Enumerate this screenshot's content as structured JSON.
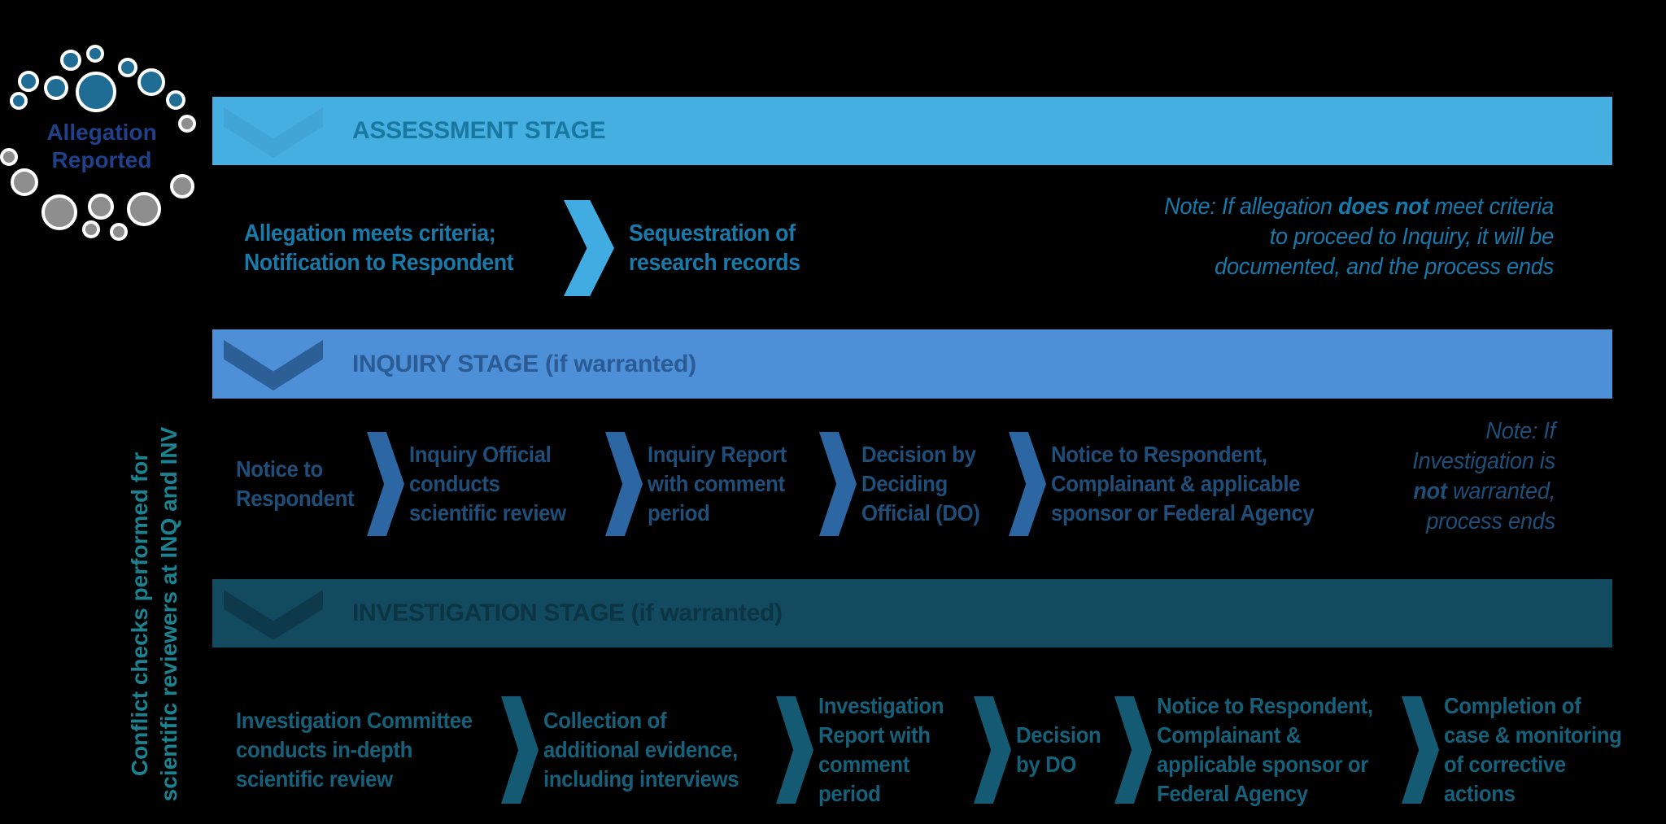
{
  "badge": {
    "label": "Allegation\nReported"
  },
  "side_label": {
    "text": "Conflict checks performed for\nscientific reviewers at INQ and INV"
  },
  "stages": {
    "assessment": {
      "header": "ASSESSMENT STAGE",
      "bar_color": "#45AFE2",
      "header_color": "#19789F",
      "step_text_color": "#1979A9",
      "chevron_color": "#41ACE1",
      "steps": [
        {
          "label": "Allegation meets criteria;\nNotification to Respondent"
        },
        {
          "label": "Sequestration of\nresearch records"
        }
      ],
      "note": {
        "pre": "Note: If allegation ",
        "bold": "does not",
        "post": " meet criteria\nto proceed to Inquiry, it will be\ndocumented, and the process ends"
      }
    },
    "inquiry": {
      "header": "INQUIRY STAGE (if warranted)",
      "bar_color": "#4E90D8",
      "header_color": "#2B5B94",
      "step_text_color": "#1F4E79",
      "chevron_color": "#2D67A3",
      "steps": [
        {
          "label": "Notice to\nRespondent"
        },
        {
          "label": "Inquiry Official\nconducts\nscientific review"
        },
        {
          "label": "Inquiry Report\nwith comment\nperiod"
        },
        {
          "label": "Decision by\nDeciding\nOfficial (DO)"
        },
        {
          "label": "Notice to Respondent,\nComplainant & applicable\nsponsor or Federal Agency"
        }
      ],
      "note": {
        "pre": "Note: If\nInvestigation is\n",
        "bold": "not",
        "post": " warranted,\nprocess ends"
      }
    },
    "investigation": {
      "header": "INVESTIGATION STAGE (if warranted)",
      "bar_color": "#124A5F",
      "header_color": "#0C3443",
      "step_text_color": "#17607A",
      "chevron_color": "#145A73",
      "steps": [
        {
          "label": "Investigation Committee\nconducts in-depth\nscientific review"
        },
        {
          "label": "Collection of\nadditional evidence,\nincluding interviews"
        },
        {
          "label": "Investigation\nReport with\ncomment\nperiod"
        },
        {
          "label": "Decision\nby DO"
        },
        {
          "label": "Notice to Respondent,\nComplainant &\napplicable sponsor or\nFederal Agency"
        },
        {
          "label": "Completion of\ncase & monitoring\nof corrective\nactions"
        }
      ]
    }
  },
  "colors": {
    "background": "#000000",
    "badge_dot_teal": "#1F6D94",
    "badge_dot_gray": "#8E8E8E",
    "badge_text": "#20418A",
    "side_label_text": "#1C8290",
    "note_assessment_text": "#1878A9",
    "note_inquiry_text": "#1F4E79"
  }
}
